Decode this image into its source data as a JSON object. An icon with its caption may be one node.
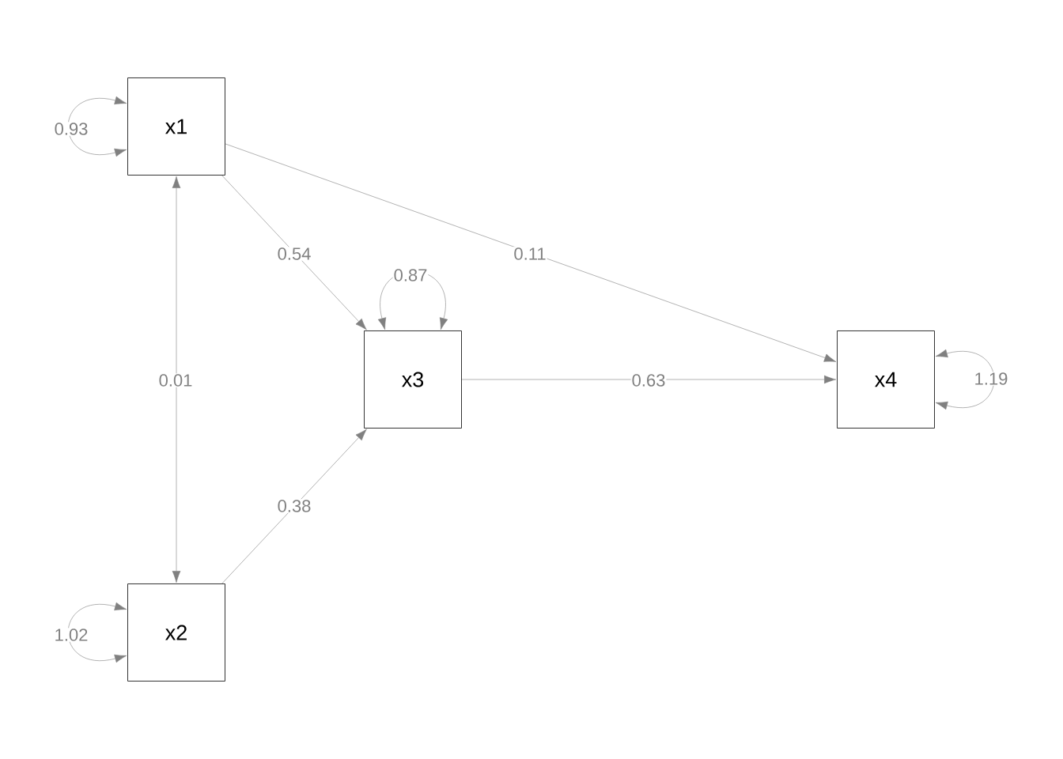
{
  "diagram": {
    "nodes": [
      {
        "text": [
          "x1"
        ]
      },
      {
        "text": [
          "x2"
        ]
      },
      {
        "text": [
          "x3"
        ]
      },
      {
        "text": [
          "x4"
        ]
      }
    ],
    "edges": [
      {
        "from": 0,
        "to": 0,
        "arrow": "both",
        "label": "0.93"
      },
      {
        "from": 0,
        "to": 2,
        "arrow": "to",
        "label": "0.54"
      },
      {
        "from": 0,
        "to": 3,
        "arrow": "to",
        "label": "0.11"
      },
      {
        "from": 2,
        "to": 2,
        "arrow": "both",
        "label": "0.87"
      },
      {
        "from": 0,
        "to": 1,
        "arrow": "both",
        "label": "0.01"
      },
      {
        "from": 2,
        "to": 3,
        "arrow": "to",
        "label": "0.63"
      },
      {
        "from": 3,
        "to": 3,
        "arrow": "both",
        "label": "1.19"
      },
      {
        "from": 1,
        "to": 2,
        "arrow": "to",
        "label": "0.38"
      },
      {
        "from": 1,
        "to": 1,
        "arrow": "both",
        "label": "1.02"
      }
    ]
  }
}
